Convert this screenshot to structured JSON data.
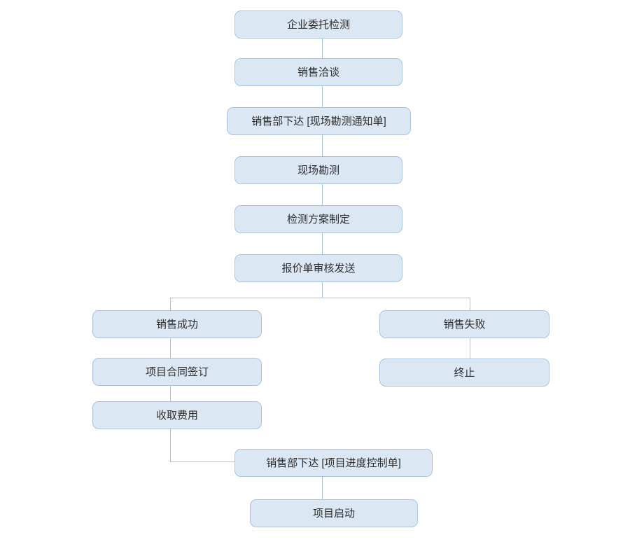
{
  "diagram": {
    "type": "flowchart",
    "background_color": "#ffffff",
    "node_fill_color": "#dce7f4",
    "node_border_color": "#a9c3df",
    "connector_color": "#a9c3df",
    "text_color": "#2d2d2d",
    "nodes": [
      {
        "id": "n1",
        "label": "企业委托检测"
      },
      {
        "id": "n2",
        "label": "销售洽谈"
      },
      {
        "id": "n3",
        "label": "销售部下达 [现场勘测通知单]"
      },
      {
        "id": "n4",
        "label": "现场勘测"
      },
      {
        "id": "n5",
        "label": "检测方案制定"
      },
      {
        "id": "n6",
        "label": "报价单审核发送"
      },
      {
        "id": "n7",
        "label": "销售成功"
      },
      {
        "id": "n8",
        "label": "销售失败"
      },
      {
        "id": "n9",
        "label": "项目合同签订"
      },
      {
        "id": "n10",
        "label": "终止"
      },
      {
        "id": "n11",
        "label": "收取费用"
      },
      {
        "id": "n12",
        "label": "销售部下达 [项目进度控制单]"
      },
      {
        "id": "n13",
        "label": "项目启动"
      }
    ],
    "edges": [
      {
        "from": "n1",
        "to": "n2"
      },
      {
        "from": "n2",
        "to": "n3"
      },
      {
        "from": "n3",
        "to": "n4"
      },
      {
        "from": "n4",
        "to": "n5"
      },
      {
        "from": "n5",
        "to": "n6"
      },
      {
        "from": "n6",
        "to": "n7"
      },
      {
        "from": "n6",
        "to": "n8"
      },
      {
        "from": "n7",
        "to": "n9"
      },
      {
        "from": "n8",
        "to": "n10"
      },
      {
        "from": "n9",
        "to": "n11"
      },
      {
        "from": "n11",
        "to": "n12"
      },
      {
        "from": "n12",
        "to": "n13"
      }
    ]
  }
}
